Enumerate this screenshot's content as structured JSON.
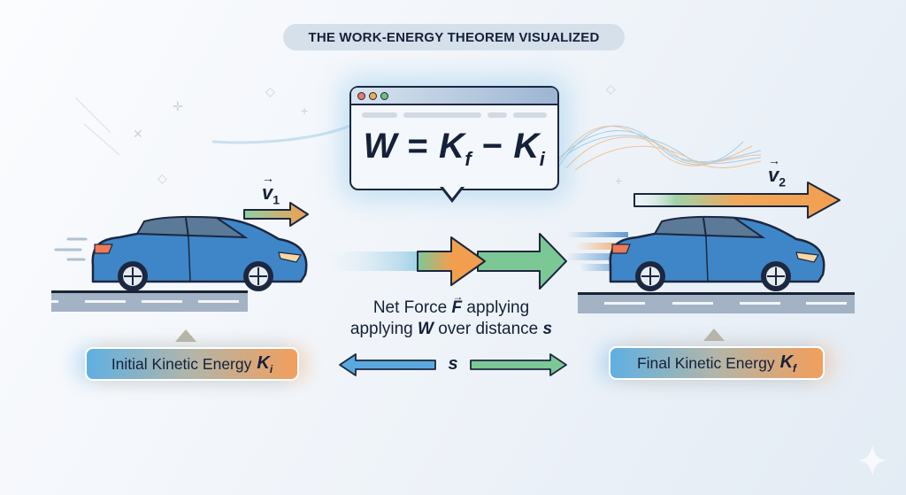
{
  "title": "THE WORK-ENERGY THEOREM VISUALIZED",
  "equation": {
    "lhs": "W",
    "equals": "=",
    "kf_base": "K",
    "kf_sub": "f",
    "minus": "−",
    "ki_base": "K",
    "ki_sub": "i",
    "window_dots": [
      "#ee7a67",
      "#f0ad4e",
      "#6bc27a"
    ]
  },
  "initial_velocity": {
    "symbol": "v",
    "sub": "1",
    "arrow": "→"
  },
  "final_velocity": {
    "symbol": "v",
    "sub": "2",
    "arrow": "→"
  },
  "caption": {
    "line1_pre": "Net Force ",
    "force_symbol": "F",
    "force_arrow": "→",
    "line1_post": " applying",
    "line2_pre": "applying ",
    "work_symbol": "W",
    "line2_post": " over distance ",
    "distance_symbol": "s"
  },
  "distance_label": "s",
  "initial_energy": {
    "label": "Initial Kinetic Energy",
    "symbol": "K",
    "sub": "i"
  },
  "final_energy": {
    "label": "Final Kinetic Energy",
    "symbol": "K",
    "sub": "f"
  },
  "colors": {
    "car_body": "#3f86c8",
    "outline": "#1c2740",
    "arrow_orange": "#f29e4f",
    "arrow_green": "#7cc796",
    "arrow_blue": "#5aa9de",
    "road": "#a3b3c5"
  }
}
